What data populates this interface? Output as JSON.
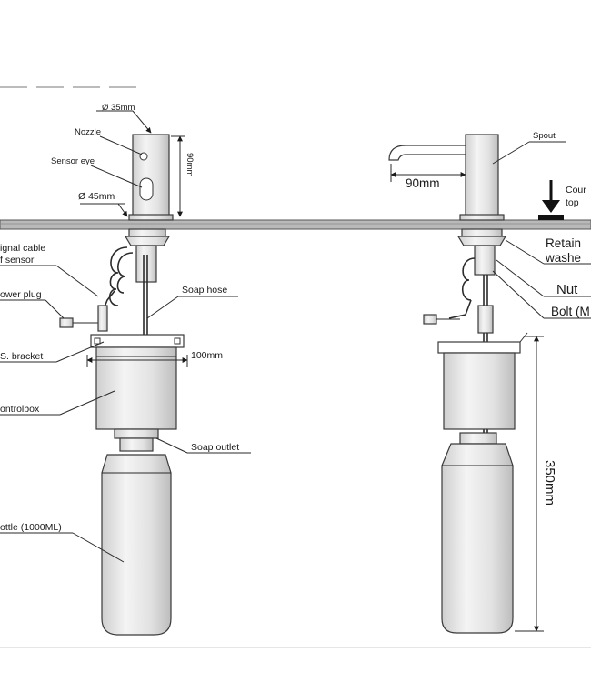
{
  "labels": {
    "dim_35": "Ø 35mm",
    "nozzle": "Nozzle",
    "sensor_eye": "Sensor eye",
    "dim_90_height": "90mm",
    "dim_45": "Ø 45mm",
    "signal_cable_1": "ignal cable",
    "signal_cable_2": "f sensor",
    "power_plug": "ower plug",
    "soap_hose": "Soap hose",
    "ss_bracket": "S. bracket",
    "dim_100": "100mm",
    "controlbox": "ontrolbox",
    "soap_outlet": "Soap outlet",
    "bottle": "ottle (1000ML)",
    "spout": "Spout",
    "dim_90_reach": "90mm",
    "counter_top_1": "Cour",
    "counter_top_2": "top",
    "retaining_1": "Retain",
    "retaining_2": "washe",
    "nut": "Nut",
    "bolt": "Bolt (M",
    "dim_350": "350mm"
  }
}
